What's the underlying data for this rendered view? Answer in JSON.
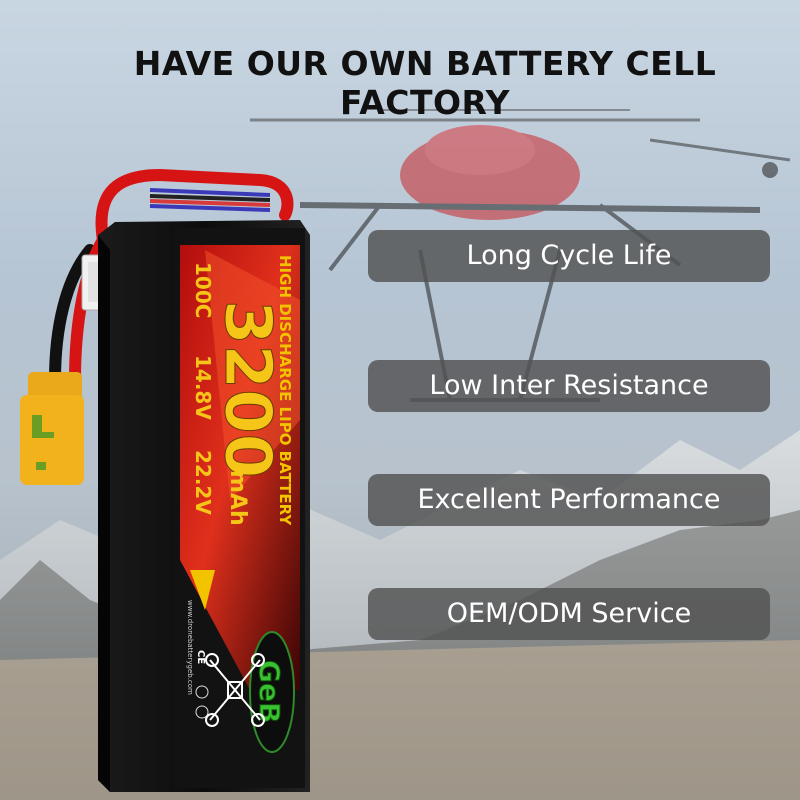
{
  "headline": "HAVE OUR OWN BATTERY CELL FACTORY",
  "features": [
    "Long Cycle Life",
    "Low Inter Resistance",
    "Excellent Performance",
    "OEM/ODM Service"
  ],
  "battery": {
    "type_label": "HIGH DISCHARGE LIPO BATTERY",
    "capacity": "3200",
    "unit": "mAh",
    "discharge": "100C",
    "voltage_1": "14.8V",
    "voltage_2": "22.2V",
    "brand": "GeB",
    "website": "www.dronebatterygeb.com",
    "cert": "CE"
  },
  "colors": {
    "battery_body": "#111111",
    "accent_red": "#d81e1e",
    "accent_yellow": "#f2c400",
    "connector": "#f2b21c",
    "pill": "#525252"
  }
}
